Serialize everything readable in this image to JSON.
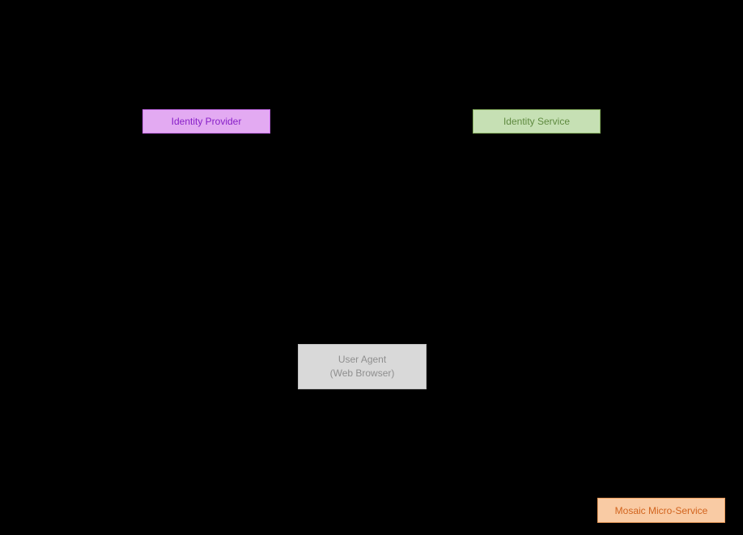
{
  "diagram": {
    "background_color": "#000000",
    "nodes": [
      {
        "id": "identity-provider",
        "label": "Identity Provider",
        "fill": "#e3aaf2",
        "border": "#c66be8",
        "text_color": "#8820c8"
      },
      {
        "id": "identity-service",
        "label": "Identity Service",
        "fill": "#c6e0b4",
        "border": "#87b05f",
        "text_color": "#5f8a40"
      },
      {
        "id": "user-agent",
        "label_lines": [
          "User Agent",
          "(Web Browser)"
        ],
        "fill": "#d9d9d9",
        "border": "#bfbfbf",
        "text_color": "#8f8f8f"
      },
      {
        "id": "mosaic-micro-service",
        "label": "Mosaic Micro-Service",
        "fill": "#f9cba4",
        "border": "#eb9c5c",
        "text_color": "#d2641e"
      }
    ]
  }
}
